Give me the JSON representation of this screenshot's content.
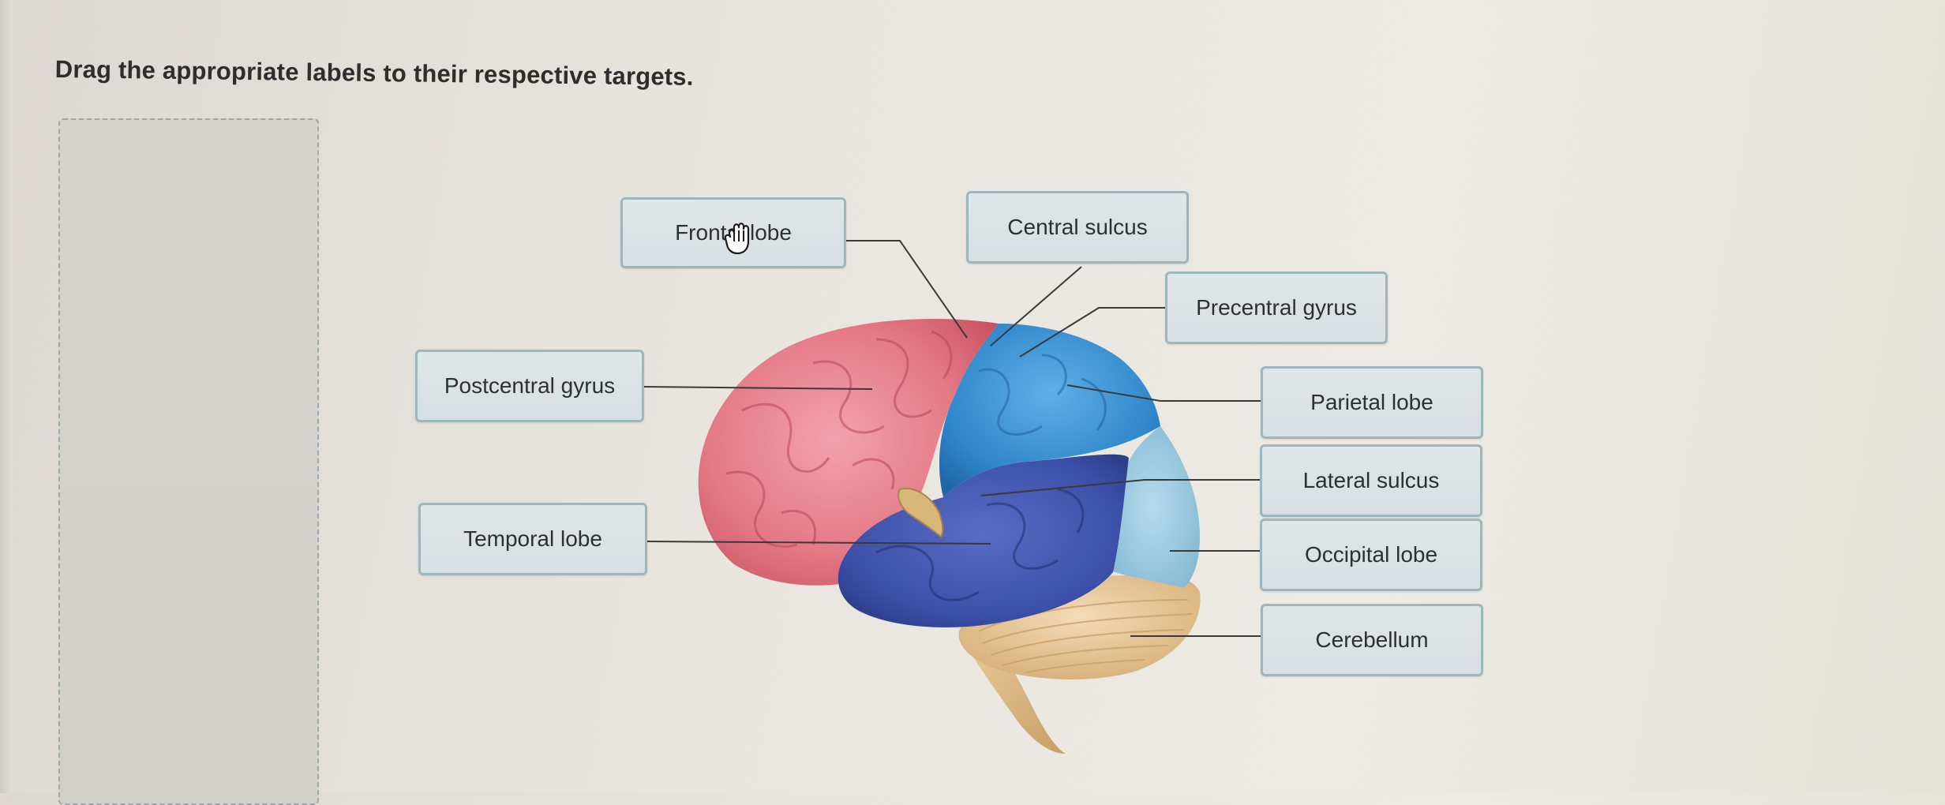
{
  "instruction": "Drag the appropriate labels to their respective targets.",
  "labels": {
    "frontal_lobe": "Frontal lobe",
    "central_sulcus": "Central sulcus",
    "precentral_gyrus": "Precentral gyrus",
    "postcentral_gyrus": "Postcentral gyrus",
    "parietal_lobe": "Parietal lobe",
    "lateral_sulcus": "Lateral sulcus",
    "temporal_lobe": "Temporal lobe",
    "occipital_lobe": "Occipital lobe",
    "cerebellum": "Cerebellum"
  },
  "colors": {
    "frontal": "#e47a86",
    "parietal": "#3a8fd0",
    "temporal": "#3b4fa8",
    "occipital": "#8fc2dc",
    "cerebellum": "#e8c79a",
    "brainstem": "#d9b882",
    "label_border": "#9fb6bf",
    "leader_line": "#3a3a3a"
  },
  "cursor_icon": "grab-hand-icon"
}
